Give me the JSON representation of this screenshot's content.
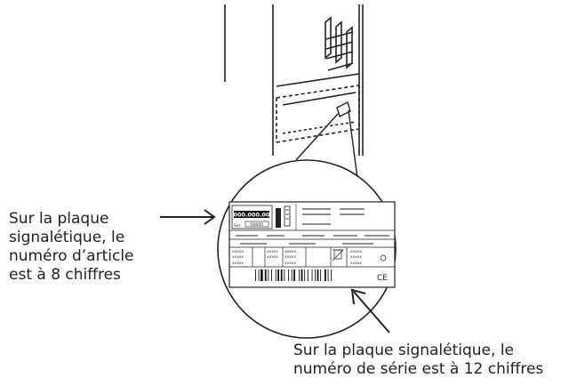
{
  "notes": {
    "article_number": "Sur la plaque\nsignalétique, le\nnuméro d’article\nest à 8 chiffres",
    "serial_number": "Sur la plaque signalétique, le\nnuméro de série est à 12 chiffres"
  },
  "plate": {
    "article_badge": "000.000.00",
    "ref_prefix": "Ser.",
    "ref_code": "00000",
    "ce_mark": "CE",
    "cell_text": "XXXXX"
  },
  "icons": [
    "appliance-outline-icon",
    "magnifier-circle-icon",
    "arrow-right-icon",
    "arrow-up-left-icon",
    "barcode-icon",
    "recycling-icon"
  ]
}
